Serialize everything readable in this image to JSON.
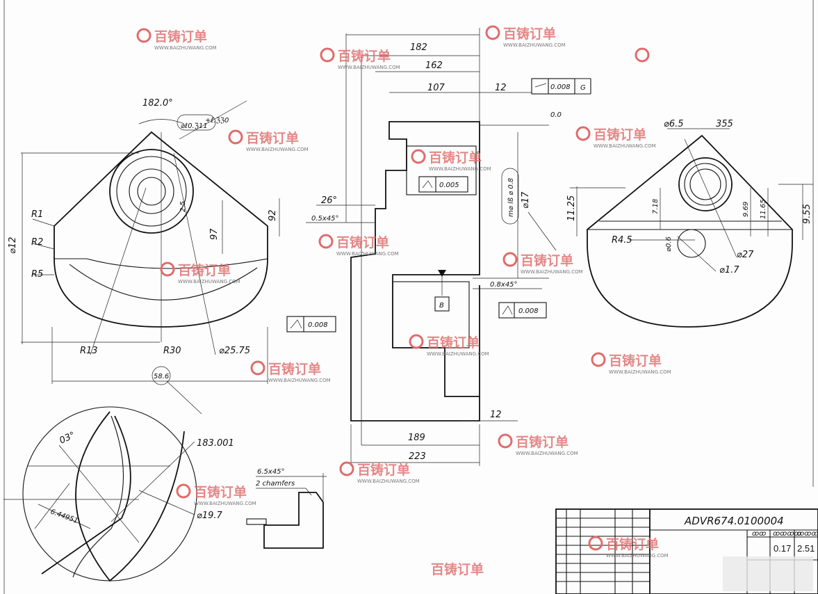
{
  "drawing_number": "ADVR674.0100004",
  "title_block": {
    "small_headers": [
      "ꝏꝏ",
      "ꝏꝏꝏꝏ",
      "ꝏꝏꝏꝏ"
    ],
    "values": [
      "0.17",
      "2.51"
    ]
  },
  "left_view": {
    "angle": "182.0°",
    "callout": "⌀ℓ0.ℨ11",
    "callout_sup": "+ℓ.ℨℨ0",
    "labels": [
      "R1",
      "R2",
      "R5",
      "R13",
      "R30",
      "⌀25.75",
      "⌀12",
      "97",
      "92",
      "2.5",
      "58.6"
    ]
  },
  "center_view": {
    "dims": [
      "182",
      "162",
      "107",
      "12",
      "26°",
      "0.5x45°",
      "0.8x45°",
      "12",
      "189",
      "223",
      "⌀17",
      "0.0"
    ],
    "frames": [
      "0.008",
      "G",
      "0.005",
      "0.008",
      "0.008",
      "B"
    ],
    "oval": "m⌀ lß ⌀ 0.8"
  },
  "right_view": {
    "labels": [
      "⌀6.5",
      "355",
      "11.25",
      "7.18",
      "9.69",
      "11.65",
      "9.55",
      "R4.5",
      "⌀0.6",
      "⌀27",
      "⌀1.7"
    ]
  },
  "bottom_left_view": {
    "labels": [
      "03°",
      "183.001",
      "6.44951",
      "⌀19.7"
    ]
  },
  "detail_view": {
    "labels": [
      "6.5x45°",
      "2 chamfers"
    ]
  },
  "watermark": {
    "brand": "百铸订单",
    "url": "WWW.BAIZHUWANG.COM"
  }
}
